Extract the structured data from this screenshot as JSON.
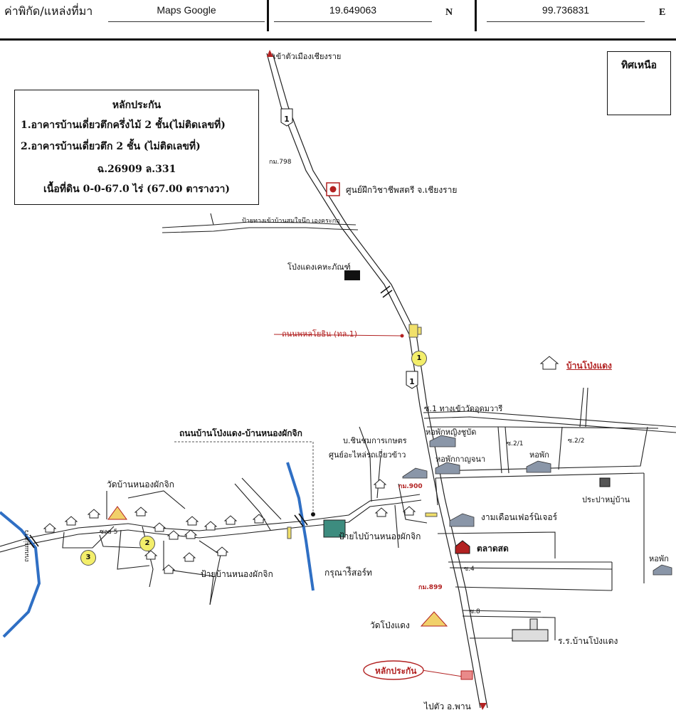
{
  "header": {
    "label": "ค่าพิกัด/แหล่งที่มา",
    "source": "Maps Google",
    "latitude": "19.649063",
    "lat_unit": "N",
    "longitude": "99.736831",
    "lon_unit": "E"
  },
  "legend": {
    "title": "หลักประกัน",
    "line1": "1.อาคารบ้านเดี่ยวตึกครึ่งไม้ 2 ชั้น(ไม่ติดเลขที่)",
    "line2": "2.อาคารบ้านเดี่ยวตึก 2 ชั้น (ไม่ติดเลขที่)",
    "line3": "ฉ.26909   ล.331",
    "line4": "เนื้อที่ดิน 0-0-67.0 ไร่ (67.00 ตารางวา)"
  },
  "north": {
    "label": "ทิศเหนือ"
  },
  "labels": {
    "to_city": "เข้าตัวเมืองเชียงราย",
    "km798": "กม.798",
    "training_center": "ศูนย์ฝึกวิชาชีพสตรี จ.เชียงราย",
    "sign_road": "ป้ายทางเข้าบ้านสมใจนึก เองคระกฤ",
    "pharmacy": "โป่งแดงเคหะภัณฑ์",
    "main_road": "ถนนพหลโยธิน (ทล.1)",
    "route_no": "1",
    "route_no2": "1",
    "village": "บ้านโป่งแดง",
    "soi1": "ซ.1 ทางเข้าวัดอุดมวารี",
    "road_name": "ถนนบ้านโป่งแดง-บ้านหนองผักจิก",
    "agri": "บ.ชินชมการเกษตร",
    "parts": "ศูนย์อะไหล่รถเกี่ยวข้าว",
    "dorm_women": "หอพักหญิงชูบัด",
    "dorm_kanjana": "หอพักกาญจนา",
    "soi21": "ซ.2/1",
    "soi22": "ซ.2/2",
    "dorm": "หอพัก",
    "km900": "กม.900",
    "wat_nongphak": "วัดบ้านหนองผักจิก",
    "village_head": "ประปาหมู่บ้าน",
    "furniture": "งามเดือนเฟอร์นิเจอร์",
    "sign_nongphak": "ป้ายไปบ้านหนองผักจิก",
    "market": "ตลาดสด",
    "soi5": "ซอย 5",
    "soi4": "ซ.4",
    "resort": "กรุณาร์ีสอร์ท",
    "sign_village": "ป้ายบ้านหนองผักจิก",
    "km899": "กม.899",
    "soi8": "ซ.8",
    "dorm2": "หอพัก",
    "wat_pongdaeng": "วัดโป่งแดง",
    "school": "ร.ร.บ้านโป่งแดง",
    "collateral": "หลักประกัน",
    "to_phan": "ไปตัว อ.พาน",
    "left_road": "ถนนแม่ลาว",
    "marker1": "1",
    "marker2": "2",
    "marker3": "3"
  },
  "colors": {
    "river": "#2f6fc4",
    "red": "#b22222",
    "marker": "#f3ee6a"
  }
}
